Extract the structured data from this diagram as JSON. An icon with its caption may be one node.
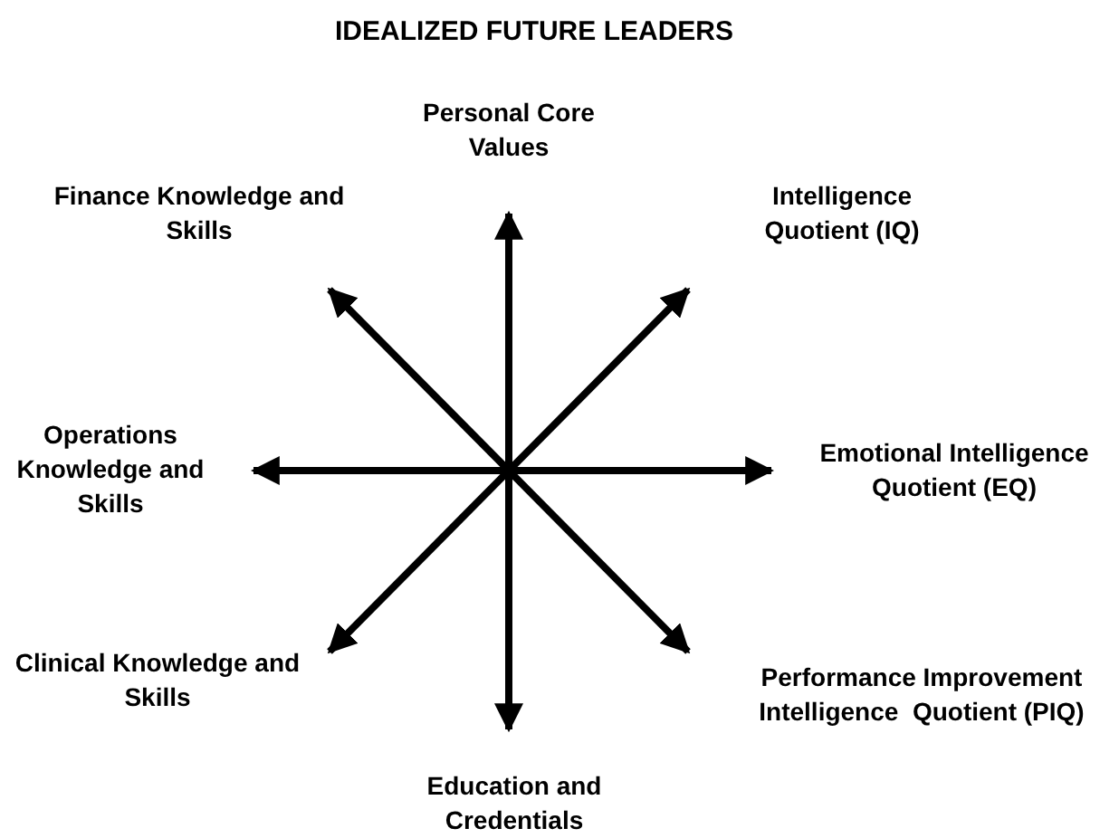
{
  "diagram": {
    "title": "IDEALIZED FUTURE LEADERS",
    "nodes": [
      {
        "text": [
          "Personal Core Values"
        ]
      },
      {
        "text": [
          "Finance Knowledge and Skills"
        ]
      },
      {
        "text": [
          "Intelligence Quotient (IQ)"
        ]
      },
      {
        "text": [
          "Operations Knowledge and Skills"
        ]
      },
      {
        "text": [
          "Emotional Intelligence Quotient (EQ)"
        ]
      },
      {
        "text": [
          "Clinical Knowledge and Skills"
        ]
      },
      {
        "text": [
          "Performance Improvement Intelligence  Quotient (PIQ)"
        ]
      },
      {
        "text": [
          "Education and Credentials"
        ]
      }
    ],
    "edges": [
      {
        "from": null,
        "to": 0,
        "arrow": "to"
      },
      {
        "from": null,
        "to": 1,
        "arrow": "to"
      },
      {
        "from": null,
        "to": 2,
        "arrow": "to"
      },
      {
        "from": null,
        "to": 3,
        "arrow": "to"
      },
      {
        "from": null,
        "to": 4,
        "arrow": "to"
      },
      {
        "from": null,
        "to": 5,
        "arrow": "to"
      },
      {
        "from": null,
        "to": 6,
        "arrow": "to"
      },
      {
        "from": null,
        "to": 7,
        "arrow": "to"
      }
    ]
  }
}
